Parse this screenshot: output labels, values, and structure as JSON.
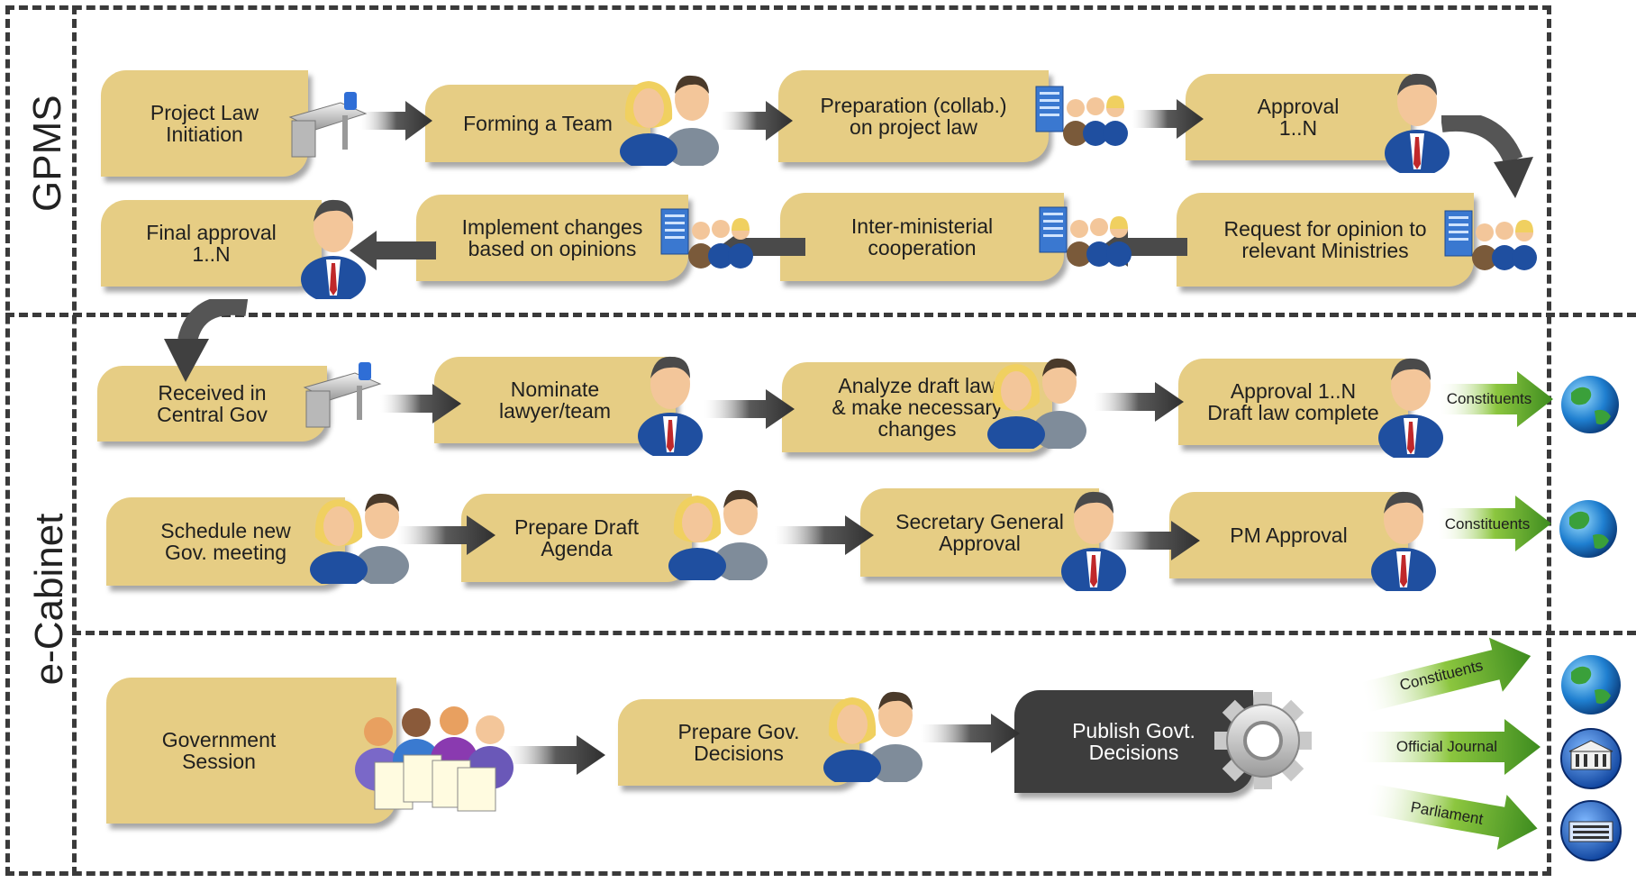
{
  "lanes": {
    "gpms": "GPMS",
    "ecabinet": "e-Cabinet"
  },
  "steps": {
    "project_law_initiation": "Project Law\nInitiation",
    "forming_a_team": "Forming a Team",
    "preparation": "Preparation (collab.)\non project law",
    "approval_1n": "Approval\n1..N",
    "request_opinion": "Request for opinion to\nrelevant Ministries",
    "inter_ministerial": "Inter-ministerial\ncooperation",
    "implement_changes": "Implement changes\nbased on opinions",
    "final_approval": "Final approval\n1..N",
    "received_central": "Received in\nCentral Gov",
    "nominate_lawyer": "Nominate\nlawyer/team",
    "analyze_draft": "Analyze draft law\n& make necessary\nchanges",
    "approval_draft_complete": "Approval 1..N\nDraft law complete",
    "schedule_meeting": "Schedule new\nGov. meeting",
    "prepare_agenda": "Prepare Draft\nAgenda",
    "secretary_general": "Secretary General\nApproval",
    "pm_approval": "PM Approval",
    "government_session": "Government\nSession",
    "prepare_decisions": "Prepare Gov.\nDecisions",
    "publish_decisions": "Publish Govt.\nDecisions"
  },
  "outputs": {
    "constituents_1": "Constituents",
    "constituents_2": "Constituents",
    "constituents_3": "Constituents",
    "official_journal": "Official Journal",
    "parliament": "Parliament"
  },
  "colors": {
    "box": "#e6cd84",
    "dark_box": "#3d3d3d",
    "arrow": "#4a4a4a",
    "output_arrow": "#4f9a2a",
    "dash": "#3a3a3a"
  }
}
